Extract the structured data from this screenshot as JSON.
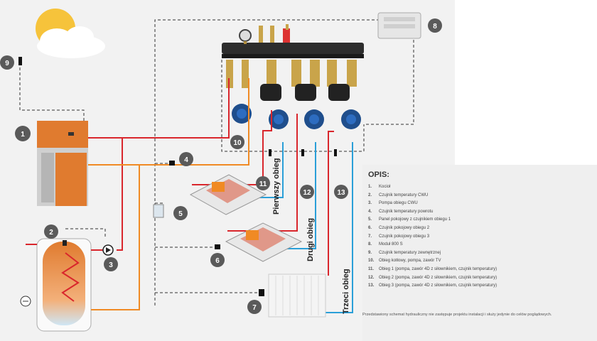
{
  "badges": [
    "1",
    "2",
    "3",
    "4",
    "5",
    "6",
    "7",
    "8",
    "9",
    "10",
    "11",
    "12",
    "13"
  ],
  "circuit_labels": {
    "first": "Pierwszy obieg",
    "second": "Drugi obieg",
    "third": "Trzeci obieg"
  },
  "legend": {
    "title": "OPIS:",
    "items": [
      {
        "num": "1.",
        "text": "Kocioł"
      },
      {
        "num": "2.",
        "text": "Czujnik temperatury CWU"
      },
      {
        "num": "3.",
        "text": "Pompa obiegu CWU"
      },
      {
        "num": "4.",
        "text": "Czujnik temperatury powrotu"
      },
      {
        "num": "5.",
        "text": "Panel pokojowy z czujnikiem obiegu 1"
      },
      {
        "num": "6.",
        "text": "Czujnik pokojowy obiegu 2"
      },
      {
        "num": "7.",
        "text": "Czujnik pokojowy obiegu 3"
      },
      {
        "num": "8.",
        "text": "Moduł 800 S"
      },
      {
        "num": "9.",
        "text": "Czujnik temperatury zewnętrznej"
      },
      {
        "num": "10.",
        "text": "Obieg kotłowy, pompa, zawór TV"
      },
      {
        "num": "11.",
        "text": "Obieg 1 (pompa, zawór 4D z siłownikiem, czujnik temperatury)"
      },
      {
        "num": "12.",
        "text": "Obieg 2 (pompa, zawór 4D z siłownikiem, czujnik temperatury)"
      },
      {
        "num": "13.",
        "text": "Obieg 3 (pompa, zawór 4D z siłownikiem, czujnik temperatury)"
      }
    ],
    "disclaimer": "Przedstawiony schemat hydrauliczny nie zastępuje projektu instalacji i służy jedynie do celów poglądowych."
  },
  "colors": {
    "supply": "#d9262c",
    "return": "#f08a24",
    "floor_return": "#2a9fd8",
    "badge": "#5a5a5a",
    "signal": "#333333"
  }
}
